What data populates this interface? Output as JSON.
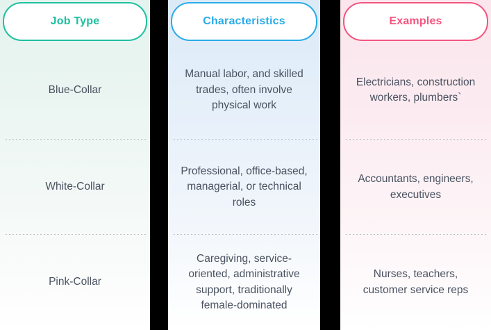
{
  "table": {
    "columns": [
      {
        "key": "job_type",
        "header": "Job Type",
        "accent": "#1ebfa0",
        "tint": "#e4f3ee"
      },
      {
        "key": "characteristics",
        "header": "Characteristics",
        "accent": "#29abe8",
        "tint": "#dceaf8"
      },
      {
        "key": "examples",
        "header": "Examples",
        "accent": "#f3547e",
        "tint": "#fbe6ee"
      }
    ],
    "rows": [
      {
        "job_type": "Blue-Collar",
        "characteristics": "Manual labor, and skilled trades, often involve physical work",
        "examples": "Electricians, construction workers, plumbers`"
      },
      {
        "job_type": "White-Collar",
        "characteristics": "Professional, office-based, managerial, or technical roles",
        "examples": "Accountants, engineers, executives"
      },
      {
        "job_type": "Pink-Collar",
        "characteristics": "Caregiving, service-oriented, administrative support, traditionally female-dominated",
        "examples": "Nurses, teachers, customer service reps"
      }
    ]
  }
}
